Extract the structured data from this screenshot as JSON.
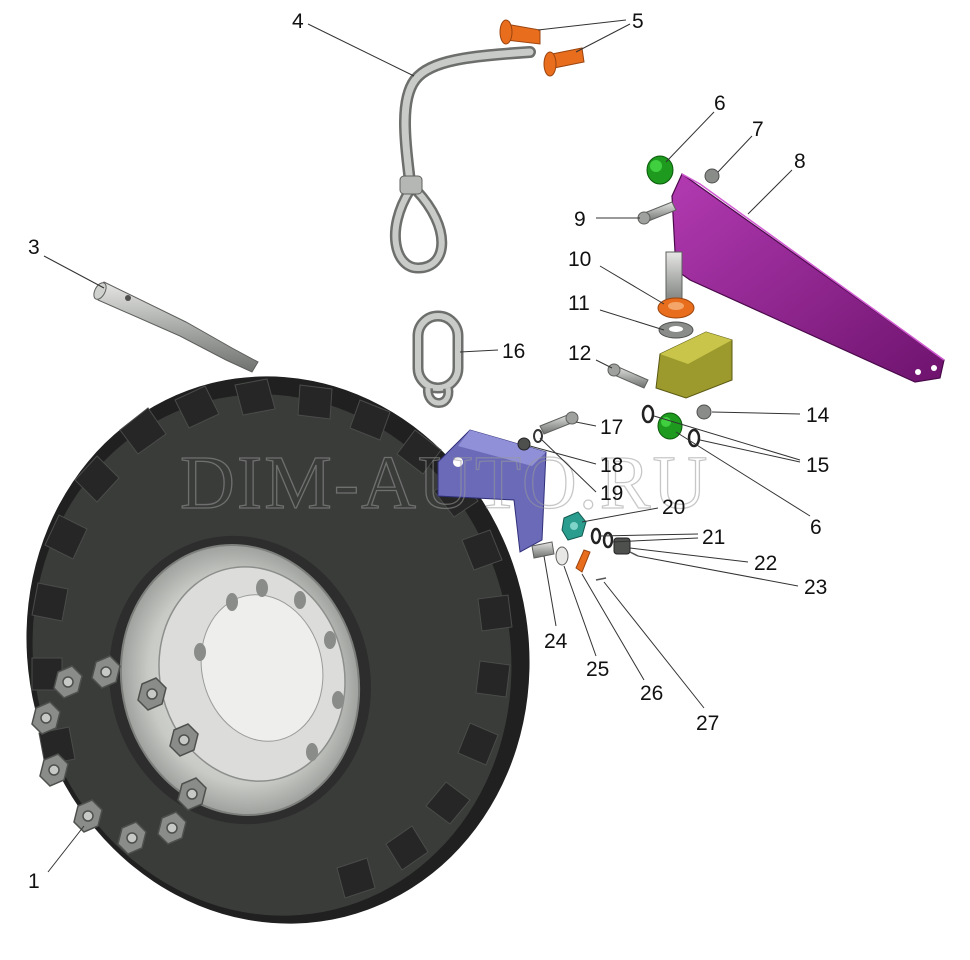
{
  "watermark": "DIM-AUTO.RU",
  "colors": {
    "tire": "#3a3c3a",
    "tire_dark": "#1f201f",
    "rim": "#c9cbc8",
    "steel": "#a9aba8",
    "bracket_purple": "#8e1d8e",
    "plate_blue": "#6a6ab8",
    "bracket_olive": "#9c9a2c",
    "bushing_green": "#1e9a1e",
    "nut_teal": "#2a9d8f",
    "orange": "#e86d1c",
    "gray_nut": "#8a8c8a"
  },
  "parts": [
    {
      "label": "1",
      "part": "wheel-nut"
    },
    {
      "label": "3",
      "part": "spindle-axle"
    },
    {
      "label": "4",
      "part": "cable-loop"
    },
    {
      "label": "5",
      "part": "flanged-sleeve"
    },
    {
      "label": "6",
      "part": "green-bushing"
    },
    {
      "label": "7",
      "part": "small-nut"
    },
    {
      "label": "8",
      "part": "purple-bracket"
    },
    {
      "label": "9",
      "part": "bolt"
    },
    {
      "label": "10",
      "part": "orange-ring"
    },
    {
      "label": "11",
      "part": "washer"
    },
    {
      "label": "12",
      "part": "bolt"
    },
    {
      "label": "14",
      "part": "nut"
    },
    {
      "label": "15",
      "part": "washer-pair"
    },
    {
      "label": "16",
      "part": "chain-link"
    },
    {
      "label": "17",
      "part": "bolt"
    },
    {
      "label": "18",
      "part": "nut"
    },
    {
      "label": "19",
      "part": "washer"
    },
    {
      "label": "20",
      "part": "teal-nut"
    },
    {
      "label": "21",
      "part": "washer-pair"
    },
    {
      "label": "22",
      "part": "castle-nut"
    },
    {
      "label": "23",
      "part": "cotter-pin"
    },
    {
      "label": "24",
      "part": "stub-pin"
    },
    {
      "label": "25",
      "part": "washer"
    },
    {
      "label": "26",
      "part": "orange-nut"
    },
    {
      "label": "27",
      "part": "pin"
    }
  ]
}
